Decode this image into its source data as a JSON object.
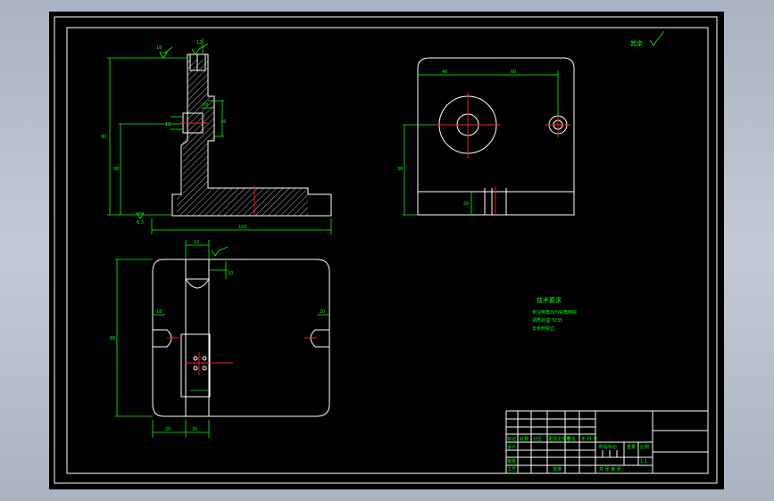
{
  "notes": {
    "title": "技术要求",
    "lines": [
      "未注倒角均为锐角倒钝",
      "调质处理 T235",
      "去毛刺锐边"
    ]
  },
  "surface_note": "其余",
  "dims": {
    "front_height": "80",
    "front_mid": "38",
    "front_width": "100",
    "front_top_a": "18",
    "front_top_b": "12",
    "front_slot": "16",
    "front_slot2": "12",
    "front_slot3": "20",
    "front_base": "6.3",
    "side_left": "40",
    "side_right": "60",
    "side_height": "38",
    "side_base": "20",
    "top_height": "80",
    "top_width": "20",
    "top_w2": "30",
    "top_left": "18",
    "top_right": "20",
    "top_a": "12",
    "top_b": "10"
  },
  "title_block": {
    "r1": [
      "标记",
      "处数",
      "分区",
      "更改文件号",
      "签名",
      "年.月.日"
    ],
    "design": "设计",
    "check": "审核",
    "process": "工艺",
    "approve": "批准",
    "stage": "阶段标记",
    "weight": "重量",
    "scale": "比例",
    "scale_val": "1:1",
    "sheet": "共  张  第  张"
  }
}
